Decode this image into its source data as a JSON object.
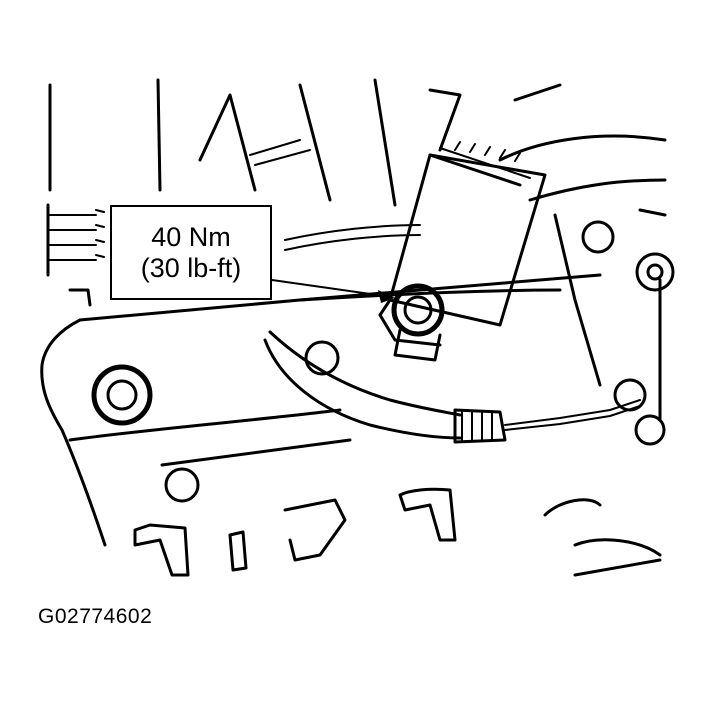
{
  "callout": {
    "torque_metric": "40 Nm",
    "torque_imperial": "(30 lb-ft)"
  },
  "figure_id": "G02774602"
}
